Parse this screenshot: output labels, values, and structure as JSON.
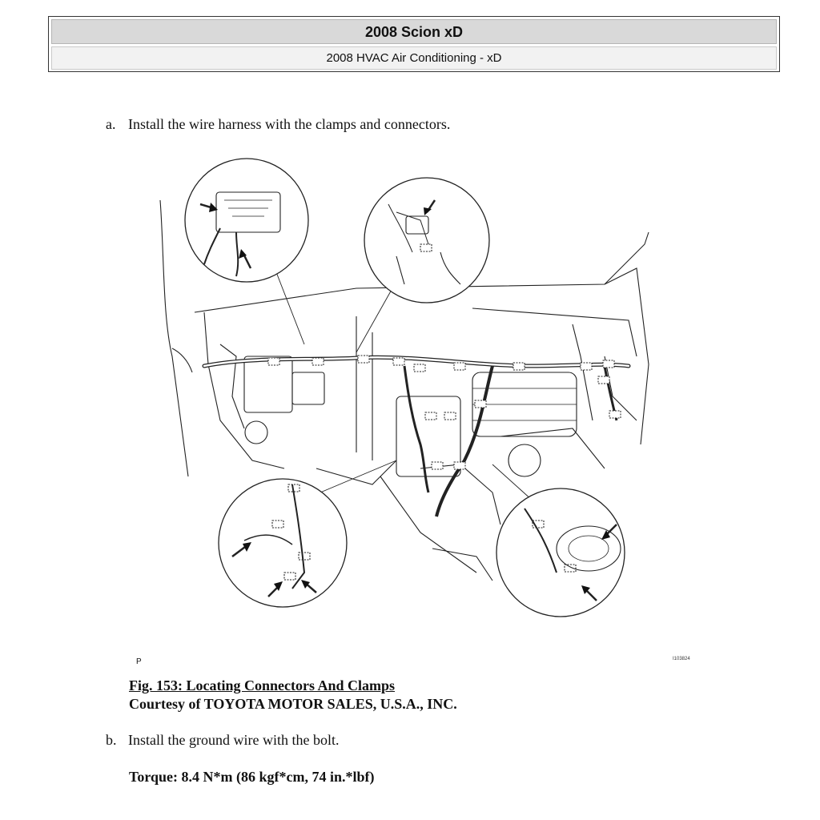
{
  "header": {
    "title": "2008 Scion xD",
    "subtitle": "2008 HVAC Air Conditioning - xD"
  },
  "steps": [
    {
      "marker": "a.",
      "text": "Install the wire harness with the clamps and connectors."
    },
    {
      "marker": "b.",
      "text": "Install the ground wire with the bolt."
    }
  ],
  "figure": {
    "corner_code": "P",
    "image_id": "I103824",
    "caption_title": "Fig. 153: Locating Connectors And Clamps",
    "caption_credit": "Courtesy of TOYOTA MOTOR SALES, U.S.A., INC."
  },
  "torque": "Torque: 8.4 N*m (86 kgf*cm, 74 in.*lbf)"
}
